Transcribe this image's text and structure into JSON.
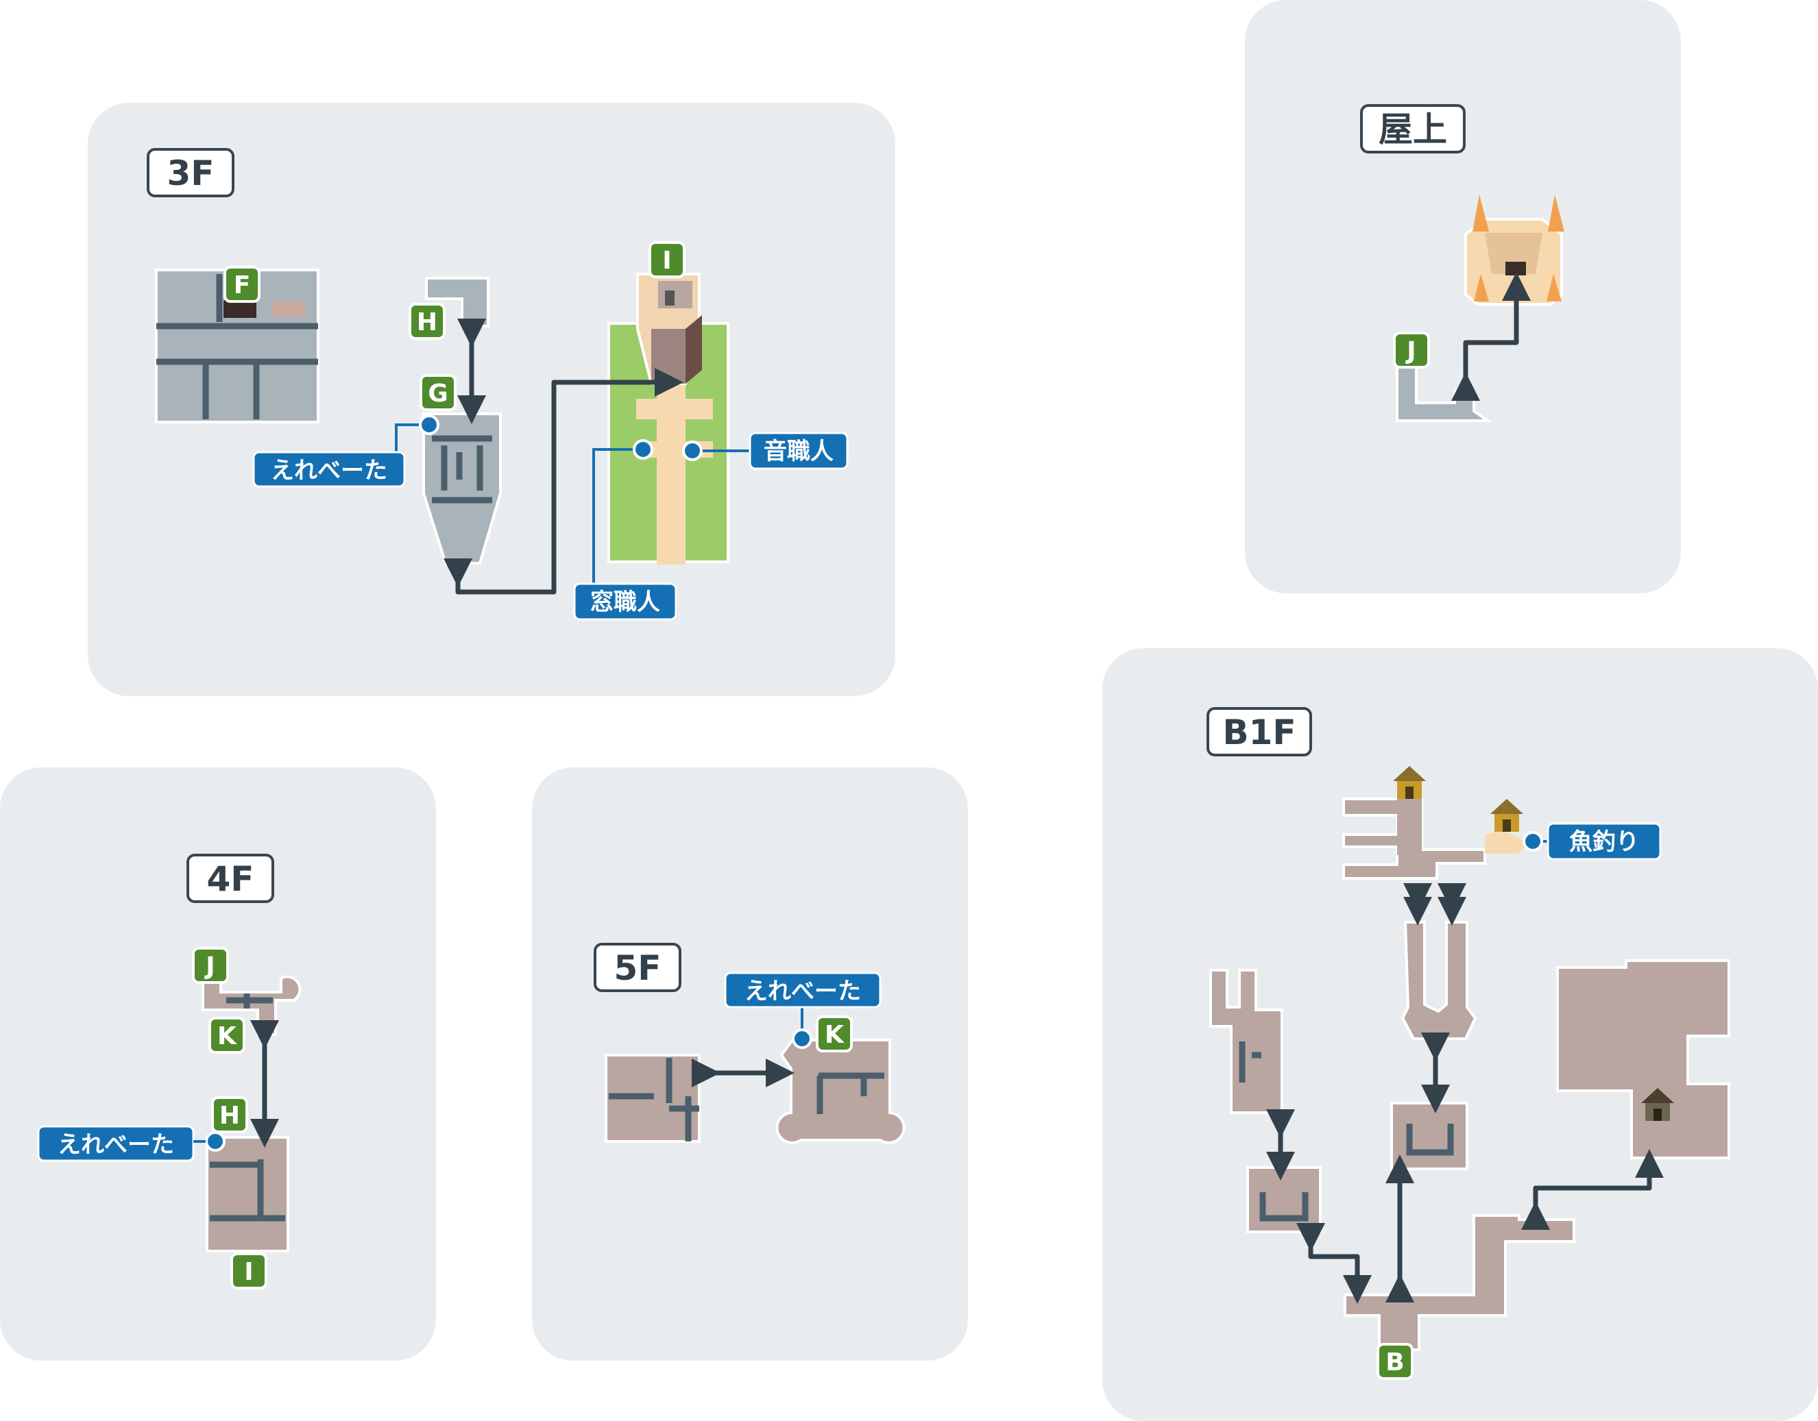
{
  "floors": {
    "f3": {
      "title": "3F"
    },
    "roof": {
      "title": "屋上"
    },
    "f4": {
      "title": "4F"
    },
    "f5": {
      "title": "5F"
    },
    "b1f": {
      "title": "B1F"
    }
  },
  "markers": {
    "F": "F",
    "H3": "H",
    "G": "G",
    "I3": "I",
    "J_roof": "J",
    "J4": "J",
    "K4": "K",
    "H4": "H",
    "I4": "I",
    "K5": "K",
    "B": "B"
  },
  "labels": {
    "elevator_3f": "えれべーた",
    "sound_craftsman": "音職人",
    "window_craftsman": "窓職人",
    "elevator_4f": "えれべーた",
    "elevator_5f": "えれべーた",
    "fishing": "魚釣り"
  },
  "colors": {
    "panel": "#e9ecef",
    "marker_green": "#4f8a2b",
    "label_blue": "#1570b3",
    "room_gray": "#a9b3ba",
    "room_mauve": "#b9a6a1",
    "lawn_green": "#9ccc68",
    "carpet": "#f6d9ae",
    "arrow": "#33414b"
  }
}
